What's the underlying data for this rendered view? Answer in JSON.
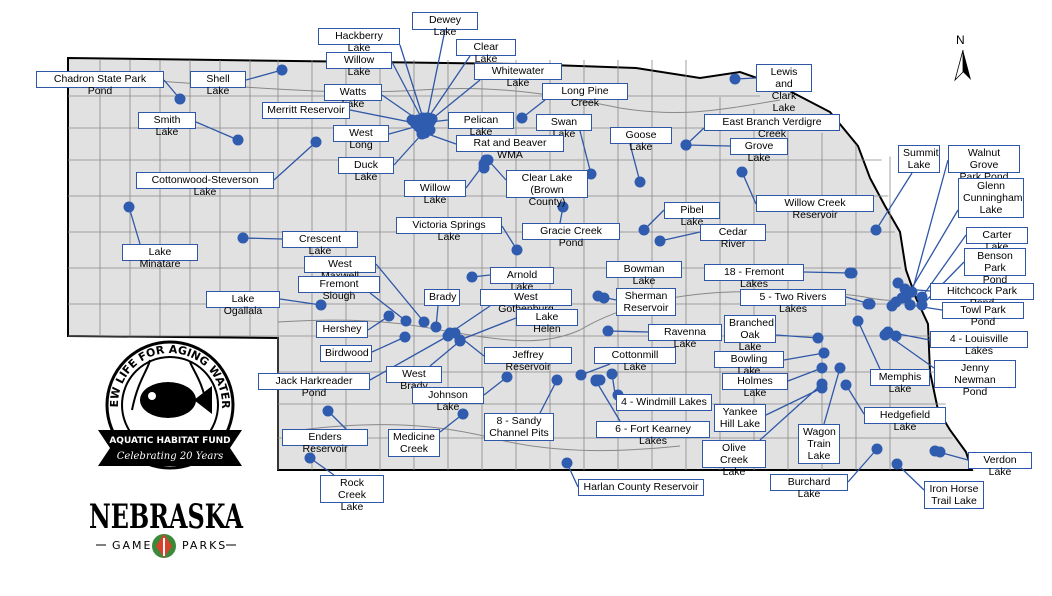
{
  "colors": {
    "state_fill": "#e1e1e1",
    "county_line": "#888888",
    "border": "#000000",
    "point": "#2f5cae",
    "label_border": "#2f57a7",
    "leader": "#2f57a7"
  },
  "compass": {
    "label": "N"
  },
  "logo": {
    "line1": "NEW LIFE FOR AGING WATERS",
    "line2": "AQUATIC HABITAT FUND",
    "line3": "Celebrating 20 Years",
    "agency": "NEBRASKA",
    "sub_left": "GAME",
    "sub_right": "PARKS"
  },
  "labels": [
    {
      "id": "dewey-lake",
      "text": "Dewey Lake"
    },
    {
      "id": "hackberry-lake",
      "text": "Hackberry Lake"
    },
    {
      "id": "clear-lake",
      "text": "Clear Lake"
    },
    {
      "id": "willow-lake-1",
      "text": "Willow Lake"
    },
    {
      "id": "whitewater-lake",
      "text": "Whitewater Lake"
    },
    {
      "id": "chadron-state-park-pond",
      "text": "Chadron State Park Pond"
    },
    {
      "id": "shell-lake",
      "text": "Shell Lake"
    },
    {
      "id": "watts-lake",
      "text": "Watts Lake"
    },
    {
      "id": "long-pine-creek",
      "text": "Long Pine Creek"
    },
    {
      "id": "lewis-and-clark-lake",
      "text": "Lewis and\nClark Lake"
    },
    {
      "id": "merritt-reservoir",
      "text": "Merritt Reservoir"
    },
    {
      "id": "pelican-lake",
      "text": "Pelican Lake"
    },
    {
      "id": "swan-lake",
      "text": "Swan Lake"
    },
    {
      "id": "smith-lake",
      "text": "Smith Lake"
    },
    {
      "id": "west-long",
      "text": "West Long"
    },
    {
      "id": "goose-lake",
      "text": "Goose Lake"
    },
    {
      "id": "east-branch-verdigre-creek",
      "text": "East Branch Verdigre Creek"
    },
    {
      "id": "rat-and-beaver-wma",
      "text": "Rat and Beaver WMA"
    },
    {
      "id": "grove-lake",
      "text": "Grove Lake"
    },
    {
      "id": "summit-lake",
      "text": "Summit\nLake"
    },
    {
      "id": "walnut-grove-park-pond",
      "text": "Walnut Grove\nPark Pond"
    },
    {
      "id": "duck-lake",
      "text": "Duck Lake"
    },
    {
      "id": "cottonwood-steverson-lake",
      "text": "Cottonwood-Steverson Lake"
    },
    {
      "id": "clear-lake-brown",
      "text": "Clear Lake\n(Brown County)"
    },
    {
      "id": "willow-lake-2",
      "text": "Willow Lake"
    },
    {
      "id": "glenn-cunningham-lake",
      "text": "Glenn\nCunningham\nLake"
    },
    {
      "id": "willow-creek-reservoir",
      "text": "Willow Creek Reservoir"
    },
    {
      "id": "pibel-lake",
      "text": "Pibel Lake"
    },
    {
      "id": "victoria-springs-lake",
      "text": "Victoria Springs Lake"
    },
    {
      "id": "gracie-creek-pond",
      "text": "Gracie Creek Pond"
    },
    {
      "id": "cedar-river",
      "text": "Cedar River"
    },
    {
      "id": "carter-lake",
      "text": "Carter Lake"
    },
    {
      "id": "crescent-lake",
      "text": "Crescent Lake"
    },
    {
      "id": "lake-minatare",
      "text": "Lake Minatare"
    },
    {
      "id": "benson-park-pond",
      "text": "Benson Park\nPond"
    },
    {
      "id": "west-maxwell",
      "text": "West Maxwell"
    },
    {
      "id": "bowman-lake",
      "text": "Bowman Lake"
    },
    {
      "id": "fremont-lakes-18",
      "text": "18 - Fremont Lakes"
    },
    {
      "id": "arnold-lake",
      "text": "Arnold Lake"
    },
    {
      "id": "hitchcock-park-pond",
      "text": "Hitchcock Park Pond"
    },
    {
      "id": "fremont-slough",
      "text": "Fremont Slough"
    },
    {
      "id": "sherman-reservoir",
      "text": "Sherman\nReservoir"
    },
    {
      "id": "lake-ogallala",
      "text": "Lake Ogallala"
    },
    {
      "id": "brady",
      "text": "Brady"
    },
    {
      "id": "west-gothenburg",
      "text": "West Gothenburg"
    },
    {
      "id": "two-rivers-lakes",
      "text": "5 - Two Rivers Lakes"
    },
    {
      "id": "towl-park-pond",
      "text": "Towl Park Pond"
    },
    {
      "id": "lake-helen",
      "text": "Lake Helen"
    },
    {
      "id": "branched-oak-lake",
      "text": "Branched\nOak Lake"
    },
    {
      "id": "hershey",
      "text": "Hershey"
    },
    {
      "id": "ravenna-lake",
      "text": "Ravenna Lake"
    },
    {
      "id": "louisville-lakes",
      "text": "4 - Louisville Lakes"
    },
    {
      "id": "birdwood",
      "text": "Birdwood"
    },
    {
      "id": "jeffrey-reservoir",
      "text": "Jeffrey Reservoir"
    },
    {
      "id": "cottonmill-lake",
      "text": "Cottonmill Lake"
    },
    {
      "id": "bowling-lake",
      "text": "Bowling Lake"
    },
    {
      "id": "jenny-newman-pond",
      "text": "Jenny Newman\nPond"
    },
    {
      "id": "jack-harkreader-pond",
      "text": "Jack Harkreader Pond"
    },
    {
      "id": "west-brady",
      "text": "West Brady"
    },
    {
      "id": "memphis-lake",
      "text": "Memphis Lake"
    },
    {
      "id": "holmes-lake",
      "text": "Holmes Lake"
    },
    {
      "id": "johnson-lake",
      "text": "Johnson Lake"
    },
    {
      "id": "windmill-lakes",
      "text": "4 - Windmill Lakes"
    },
    {
      "id": "yankee-hill-lake",
      "text": "Yankee\nHill Lake"
    },
    {
      "id": "hedgefield-lake",
      "text": "Hedgefield Lake"
    },
    {
      "id": "sandy-channel-pits",
      "text": "8 - Sandy\nChannel Pits"
    },
    {
      "id": "fort-kearney-lakes",
      "text": "6 - Fort Kearney Lakes"
    },
    {
      "id": "enders-reservoir",
      "text": "Enders Reservoir"
    },
    {
      "id": "medicine-creek",
      "text": "Medicine\nCreek"
    },
    {
      "id": "wagon-train-lake",
      "text": "Wagon\nTrain\nLake"
    },
    {
      "id": "olive-creek-lake",
      "text": "Olive Creek\nLake"
    },
    {
      "id": "verdon-lake",
      "text": "Verdon Lake"
    },
    {
      "id": "rock-creek-lake",
      "text": "Rock Creek\nLake"
    },
    {
      "id": "harlan-county-reservoir",
      "text": "Harlan County Reservoir"
    },
    {
      "id": "burchard-lake",
      "text": "Burchard Lake"
    },
    {
      "id": "iron-horse-trail-lake",
      "text": "Iron Horse\nTrail Lake"
    }
  ]
}
